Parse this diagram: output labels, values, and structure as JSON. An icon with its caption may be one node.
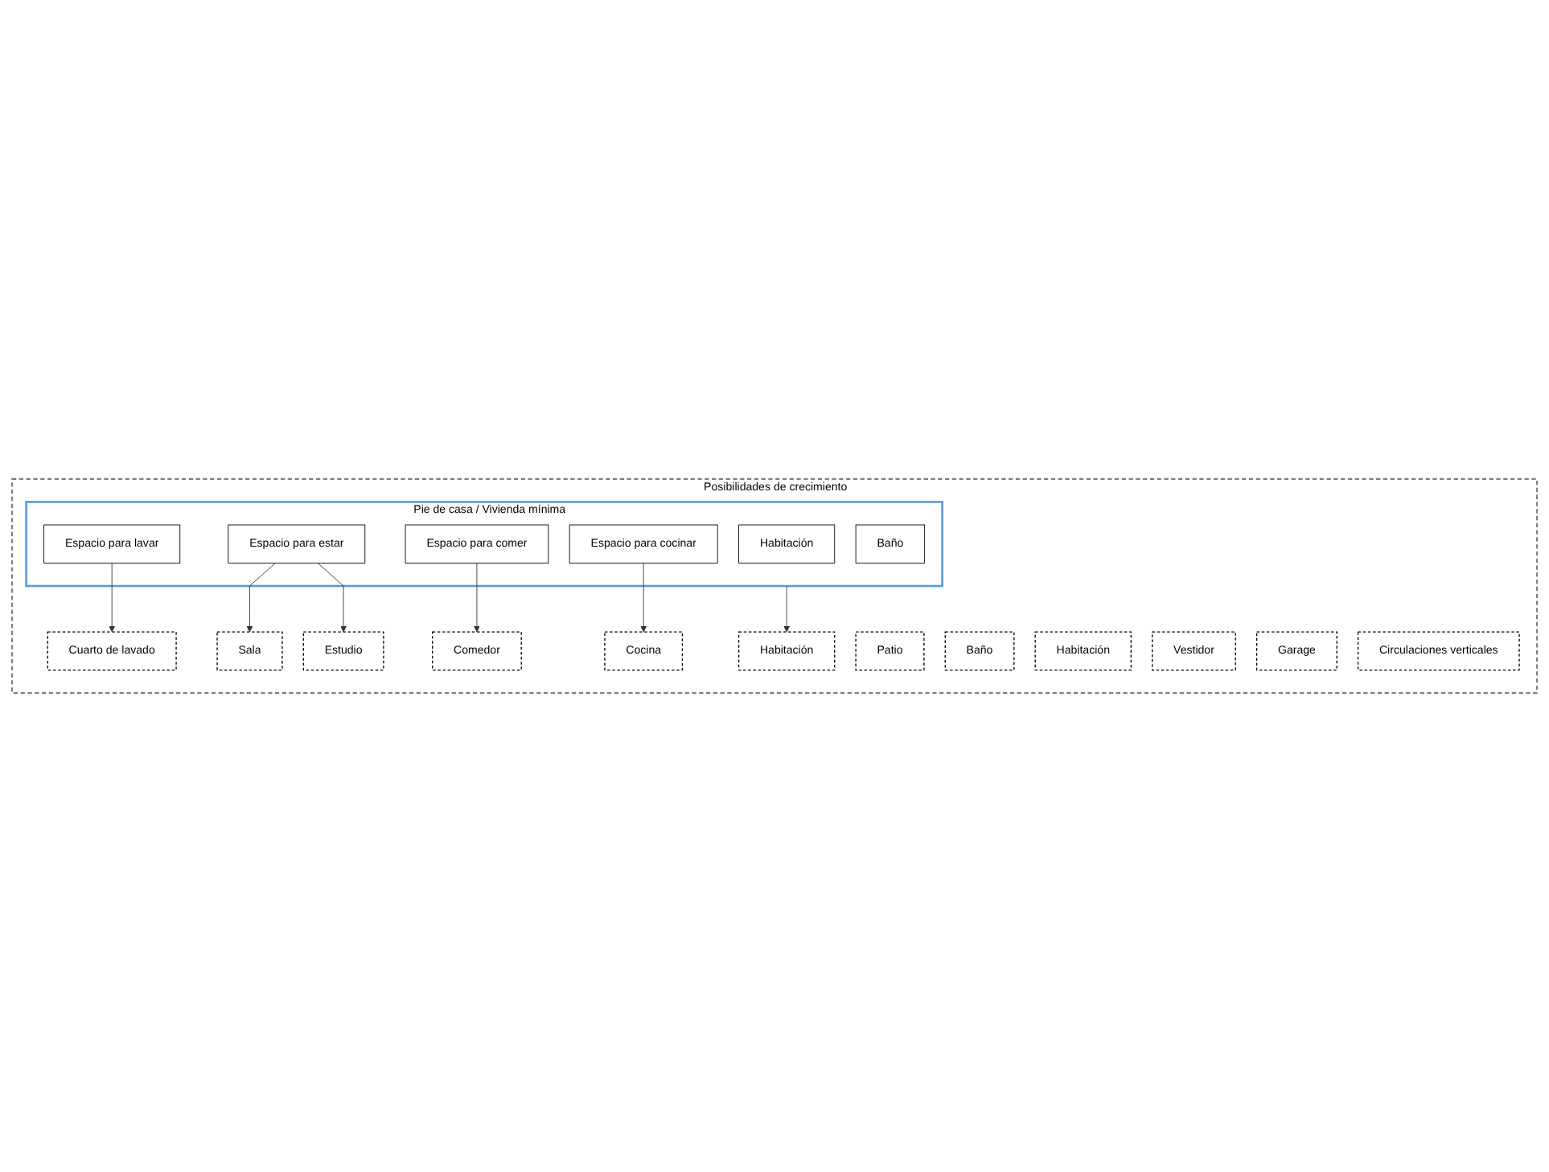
{
  "diagram": {
    "nodes": [
      {
        "text": [
          "Posibilidades de crecimiento"
        ]
      },
      {
        "text": [
          "Patio"
        ],
        "in": 0
      },
      {
        "text": [
          "Habitación"
        ],
        "in": 0
      },
      {
        "text": [
          "Baño"
        ],
        "in": 0
      },
      {
        "text": [
          "Habitación"
        ],
        "in": 0
      },
      {
        "text": [
          "Vestidor"
        ],
        "in": 0
      },
      {
        "text": [
          "Garage"
        ],
        "in": 0
      },
      {
        "text": [
          "Pie de casa / Vivienda mínima"
        ],
        "in": 0
      },
      {
        "text": [
          "Habitación"
        ],
        "in": 7
      },
      {
        "text": [
          "Sala"
        ],
        "in": 0
      },
      {
        "text": [
          "Baño"
        ],
        "in": 7
      },
      {
        "text": [
          "Estudio"
        ],
        "in": 0
      },
      {
        "text": [
          "Cuarto de lavado"
        ],
        "in": 0
      },
      {
        "text": [
          "Espacio para lavar"
        ],
        "in": 7
      },
      {
        "text": [
          "Espacio para estar"
        ],
        "in": 7
      },
      {
        "text": [
          "Espacio para comer"
        ],
        "in": 7
      },
      {
        "text": [
          "Espacio para cocinar"
        ],
        "in": 7
      },
      {
        "text": [
          "Comedor"
        ],
        "in": 0
      },
      {
        "text": [
          "Cocina"
        ],
        "in": 0
      },
      {
        "text": [
          "Circulaciones verticales"
        ],
        "in": 0
      }
    ],
    "edges": [
      {
        "from": 7,
        "to": 2,
        "arrow": "to"
      },
      {
        "from": 13,
        "to": 12,
        "arrow": "to"
      },
      {
        "from": 14,
        "to": 9,
        "arrow": "to"
      },
      {
        "from": 14,
        "to": 11,
        "arrow": "to"
      },
      {
        "from": 15,
        "to": 17,
        "arrow": "to"
      },
      {
        "from": 16,
        "to": 18,
        "arrow": "to"
      }
    ]
  }
}
